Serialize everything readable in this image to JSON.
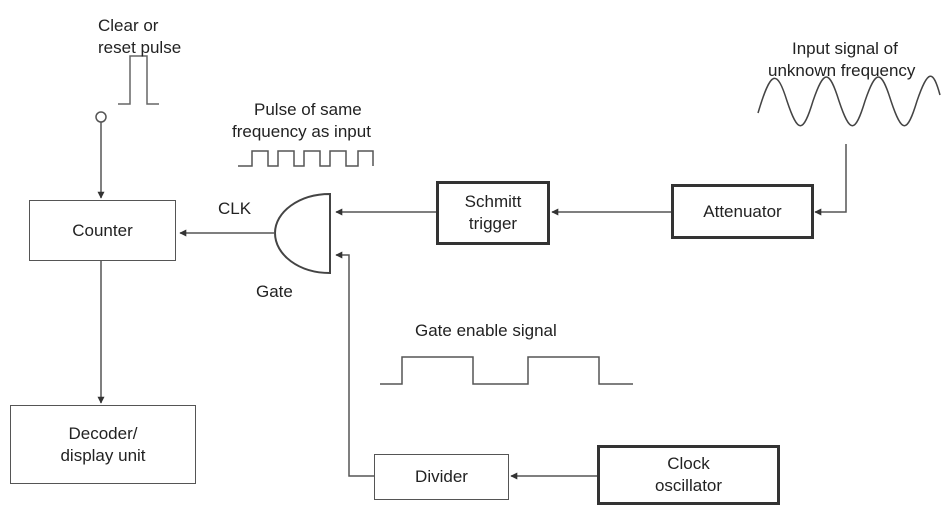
{
  "labels": {
    "clear_reset_line1": "Clear or",
    "clear_reset_line2": "reset pulse",
    "pulse_same_line1": "Pulse of same",
    "pulse_same_line2": "frequency  as input",
    "input_signal_line1": "Input signal of",
    "input_signal_line2": "unknown frequency",
    "clk": "CLK",
    "gate": "Gate",
    "gate_enable": "Gate enable signal"
  },
  "blocks": {
    "counter": "Counter",
    "decoder_line1": "Decoder/",
    "decoder_line2": "display unit",
    "schmitt_line1": "Schmitt",
    "schmitt_line2": "trigger",
    "attenuator": "Attenuator",
    "divider": "Divider",
    "clock_line1": "Clock",
    "clock_line2": "oscillator"
  },
  "colors": {
    "line": "#555555",
    "thick_border": "#333333",
    "text": "#222222",
    "background": "#ffffff"
  }
}
